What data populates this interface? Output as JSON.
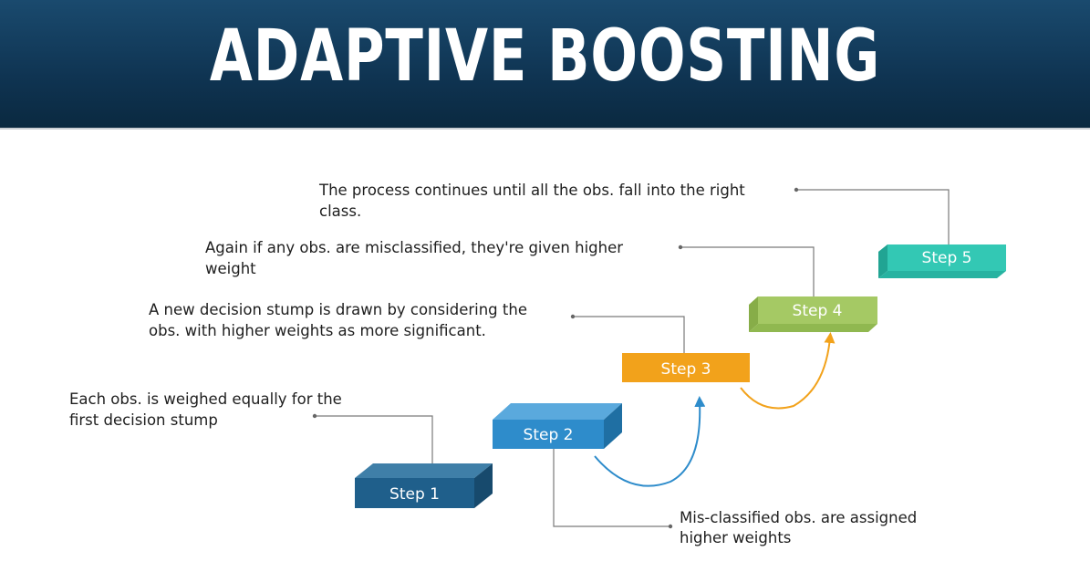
{
  "title": "ADAPTIVE BOOSTING",
  "steps": [
    {
      "label": "Step 1",
      "color": "#1f5f8b"
    },
    {
      "label": "Step 2",
      "color": "#2e8ccb"
    },
    {
      "label": "Step 3",
      "color": "#f2a21b"
    },
    {
      "label": "Step 4",
      "color": "#a5c964"
    },
    {
      "label": "Step 5",
      "color": "#33c8b4"
    }
  ],
  "notes": {
    "step1": [
      "Each obs. is weighed equally for the",
      "first decision stump"
    ],
    "step2": [
      "Mis-classified obs. are assigned",
      "higher weights"
    ],
    "step3": [
      "A new decision stump is drawn by considering the",
      "obs. with higher weights as more significant."
    ],
    "step4": [
      "Again if any obs. are misclassified, they're given higher",
      "weight"
    ],
    "step5": [
      "The process continues until all the obs. fall into the right",
      "class."
    ]
  }
}
